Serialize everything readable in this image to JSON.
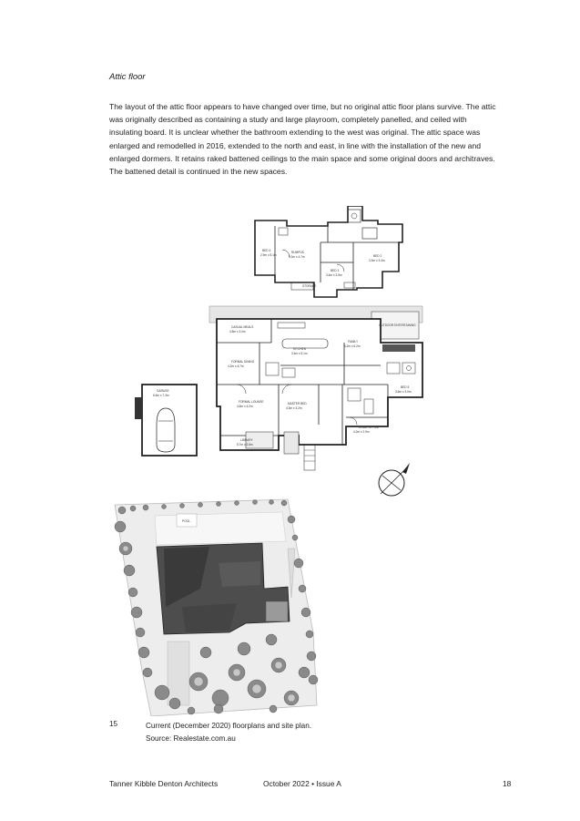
{
  "section": {
    "heading": "Attic floor",
    "paragraph": "The layout of the attic floor appears to have changed over time, but no original attic floor plans survive. The attic was originally described as containing a study and large playroom, completely panelled, and ceiled with insulating board. It is unclear whether the bathroom extending to the west was original. The attic space was enlarged and remodelled in 2016, extended to the north and east, in line with the installation of the new and enlarged dormers. It retains raked battened ceilings to the main space and some original doors and architraves.  The battened detail is continued in the new spaces."
  },
  "figure": {
    "attic_plan": {
      "rooms": [
        {
          "name": "BED 4",
          "size": "2.9m x 5.1m"
        },
        {
          "name": "RUMPUS",
          "size": "5.2m x 4.7m"
        },
        {
          "name": "BED 3",
          "size": "3.4m x 3.9m"
        },
        {
          "name": "BED 2",
          "size": "3.3m x 3.4m"
        },
        {
          "name": "STORAGE",
          "size": ""
        }
      ]
    },
    "ground_plan": {
      "rooms": [
        {
          "name": "CASUAL MEALS",
          "size": "4.8m x 3.0m"
        },
        {
          "name": "KITCHEN",
          "size": "3.4m x 5.1m"
        },
        {
          "name": "FAMILY",
          "size": "5.2m x 6.2m"
        },
        {
          "name": "FORMAL DINING",
          "size": "4.2m x 4.7m"
        },
        {
          "name": "FORMAL LOUNGE",
          "size": "4.6m x 4.2m"
        },
        {
          "name": "MASTER BED",
          "size": "4.3m x 3.2m"
        },
        {
          "name": "BED 5",
          "size": "3.6m x 3.0m"
        },
        {
          "name": "HOME OFFICE",
          "size": "4.2m x 2.9m"
        },
        {
          "name": "LIBRARY",
          "size": "5.7m x 2.8m"
        },
        {
          "name": "GARAGE",
          "size": "6.6m x 7.3m"
        },
        {
          "name": "OUTDOOR ENTERTAINING",
          "size": ""
        }
      ]
    },
    "site_plan": {
      "pool_label": "POOL"
    }
  },
  "caption": {
    "number": "15",
    "title": "Current (December 2020) floorplans and site plan.",
    "source": "Source: Realestate.com.au"
  },
  "footer": {
    "firm": "Tanner Kibble Denton Architects",
    "date_issue": "October 2022  •  Issue A",
    "page": "18"
  }
}
